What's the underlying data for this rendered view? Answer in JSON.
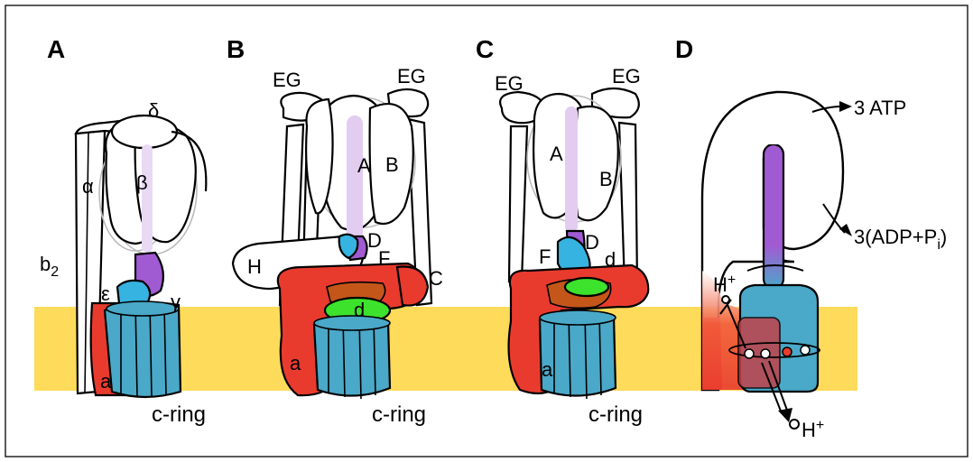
{
  "colors": {
    "membrane": "#fedb5a",
    "c_ring": "#4aa8c8",
    "stator_a": "#e83b2e",
    "delta_epsilon": "#36b3e0",
    "gamma": "#a15bd2",
    "subunit_d": "#3de22c",
    "outline": "#000000"
  },
  "panels": [
    {
      "letter": "A",
      "labels": {
        "delta": "δ",
        "alpha": "α",
        "beta": "β",
        "b2_base": "b",
        "b2_sub": "2",
        "gamma": "γ",
        "epsilon": "ε",
        "a": "a",
        "c_ring": "c-ring"
      }
    },
    {
      "letter": "B",
      "labels": {
        "eg_left": "EG",
        "eg_right": "EG",
        "A": "A",
        "B": "B",
        "D": "D",
        "F": "F",
        "H": "H",
        "C": "C",
        "d": "d",
        "a": "a",
        "c_ring": "c-ring"
      }
    },
    {
      "letter": "C",
      "labels": {
        "eg_left": "EG",
        "eg_right": "EG",
        "A": "A",
        "B": "B",
        "F": "F",
        "D": "D",
        "d": "d",
        "a": "a",
        "c_ring": "c-ring"
      }
    },
    {
      "letter": "D",
      "labels": {
        "atp": "3 ATP",
        "adp_pre": "3(ADP+P",
        "adp_sub": "i",
        "adp_post": ")",
        "h_in_base": "H",
        "h_in_sup": "+",
        "h_out_base": "H",
        "h_out_sup": "+"
      }
    }
  ]
}
